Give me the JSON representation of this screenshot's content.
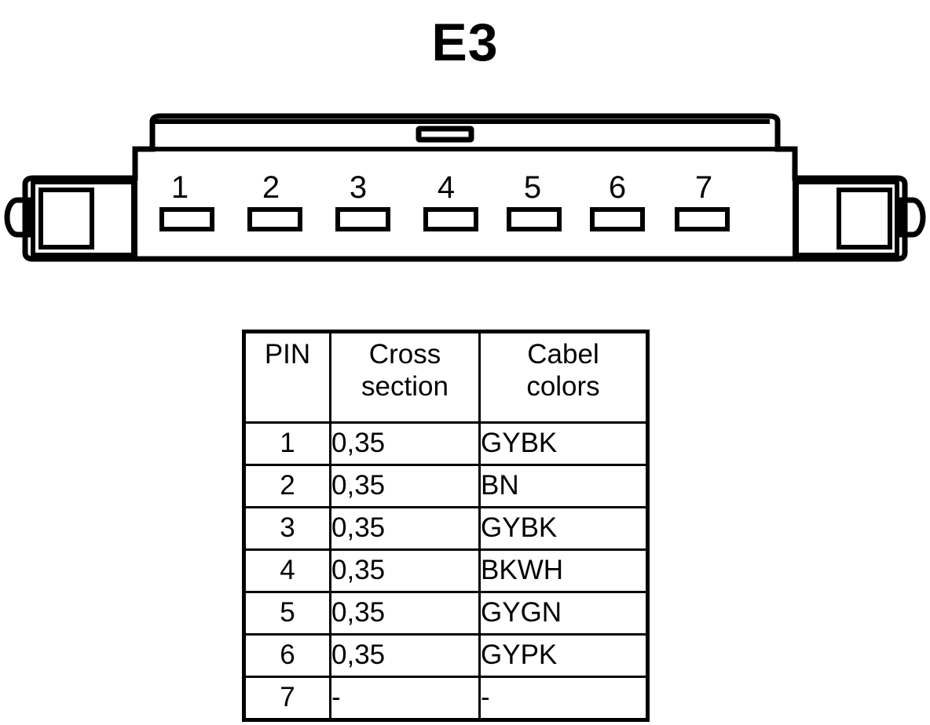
{
  "title": "E3",
  "connector": {
    "name": "7-way-connector-front-view",
    "pin_count": 7,
    "pin_labels": [
      "1",
      "2",
      "3",
      "4",
      "5",
      "6",
      "7"
    ],
    "latch_slot": "latch-slot",
    "line_color": "#000000",
    "fill_color": "#ffffff"
  },
  "table": {
    "headers": {
      "pin": "PIN",
      "cross_section_line1": "Cross",
      "cross_section_line2": "section",
      "cable_colors_line1": "Cabel",
      "cable_colors_line2": "colors"
    },
    "rows": [
      {
        "pin": "1",
        "cross_section": "0,35",
        "cable_colors": "GYBK"
      },
      {
        "pin": "2",
        "cross_section": "0,35",
        "cable_colors": "BN"
      },
      {
        "pin": "3",
        "cross_section": "0,35",
        "cable_colors": "GYBK"
      },
      {
        "pin": "4",
        "cross_section": "0,35",
        "cable_colors": "BKWH"
      },
      {
        "pin": "5",
        "cross_section": "0,35",
        "cable_colors": "GYGN"
      },
      {
        "pin": "6",
        "cross_section": "0,35",
        "cable_colors": "GYPK"
      },
      {
        "pin": "7",
        "cross_section": "-",
        "cable_colors": "-"
      }
    ]
  }
}
